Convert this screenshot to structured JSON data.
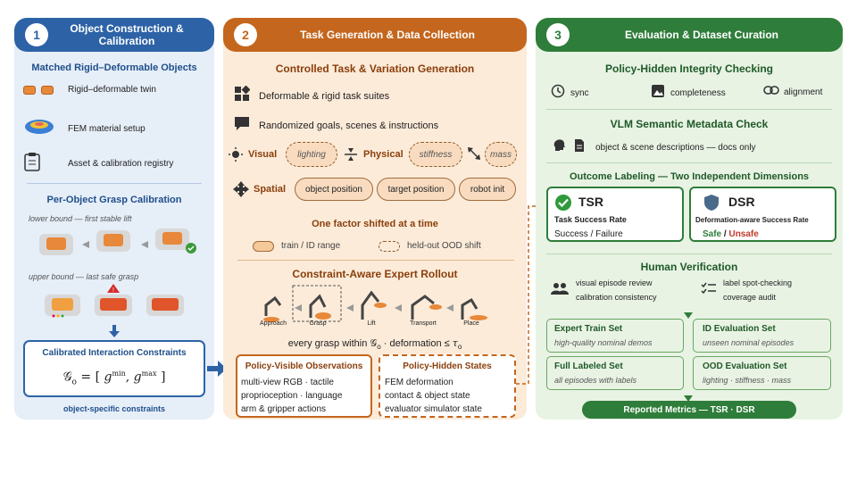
{
  "panel1": {
    "number": "1",
    "title": "Object Construction & Calibration",
    "matched_title": "Matched Rigid–Deformable Objects",
    "items": [
      "Rigid–deformable twin",
      "FEM material setup",
      "Asset & calibration registry"
    ],
    "grasp_title": "Per-Object Grasp Calibration",
    "lower_caption": "lower bound — first stable lift",
    "upper_caption": "upper bound — last safe grasp",
    "constraints_title": "Calibrated Interaction Constraints",
    "formula_g": "𝒢",
    "formula_o": "o",
    "formula_eq": " = [ ",
    "formula_gmin": "g",
    "formula_min": "min",
    "formula_comma": ", ",
    "formula_max": "max",
    "formula_close": " ]",
    "footer": "object-specific constraints"
  },
  "panel2": {
    "number": "2",
    "title": "Task Generation & Data Collection",
    "controlled_title": "Controlled Task & Variation Generation",
    "items": [
      "Deformable & rigid task suites",
      "Randomized goals, scenes & instructions"
    ],
    "visual_label": "Visual",
    "visual_pill": "lighting",
    "physical_label": "Physical",
    "physical_pill": "stiffness",
    "mass_pill": "mass",
    "spatial_label": "Spatial",
    "spatial_pills": [
      "object position",
      "target position",
      "robot init"
    ],
    "one_factor": "One factor shifted at a time",
    "legend_train": "train / ID range",
    "legend_ood": "held-out OOD shift",
    "rollout_title": "Constraint-Aware Expert Rollout",
    "steps": [
      "Approach",
      "Grasp",
      "Lift",
      "Transport",
      "Place"
    ],
    "grasp_text": "every grasp within ",
    "grasp_sym": "𝒢",
    "grasp_o": "o",
    "deform_text": " ·  deformation ≤ ",
    "tau": "τ",
    "visible_title": "Policy-Visible Observations",
    "visible_lines": [
      "multi-view RGB · tactile",
      "proprioception · language",
      "arm & gripper actions"
    ],
    "hidden_title": "Policy-Hidden States",
    "hidden_lines": [
      "FEM deformation",
      "contact & object state",
      "evaluator simulator state"
    ]
  },
  "panel3": {
    "number": "3",
    "title": "Evaluation & Dataset Curation",
    "integrity_title": "Policy-Hidden Integrity Checking",
    "integrity_items": [
      "sync",
      "completeness",
      "alignment"
    ],
    "vlm_title": "VLM Semantic Metadata Check",
    "vlm_text": "object & scene descriptions — docs only",
    "outcome_title": "Outcome Labeling — Two Independent Dimensions",
    "tsr": "TSR",
    "tsr_desc": "Task Success Rate",
    "tsr_success": "Success",
    "tsr_slash": " / ",
    "tsr_failure": "Failure",
    "dsr": "DSR",
    "dsr_desc": "Deformation-aware Success Rate",
    "dsr_safe": "Safe",
    "dsr_slash": " / ",
    "dsr_unsafe": "Unsafe",
    "human_title": "Human Verification",
    "human_left": [
      "visual episode review",
      "calibration consistency"
    ],
    "human_right": [
      "label spot-checking",
      "coverage audit"
    ],
    "sets": [
      {
        "title": "Expert Train Set",
        "desc": "high-quality nominal demos"
      },
      {
        "title": "ID Evaluation Set",
        "desc": "unseen nominal episodes"
      },
      {
        "title": "Full Labeled Set",
        "desc": "all episodes with labels"
      },
      {
        "title": "OOD Evaluation Set",
        "desc": "lighting · stiffness · mass"
      }
    ],
    "reported": "Reported Metrics — TSR · DSR"
  },
  "colors": {
    "blue": "#2d63a6",
    "blue_bg": "#e6eef8",
    "orange": "#c4661d",
    "orange_bg": "#fcebd9",
    "green": "#2f7d3a",
    "green_bg": "#e8f3e4"
  }
}
